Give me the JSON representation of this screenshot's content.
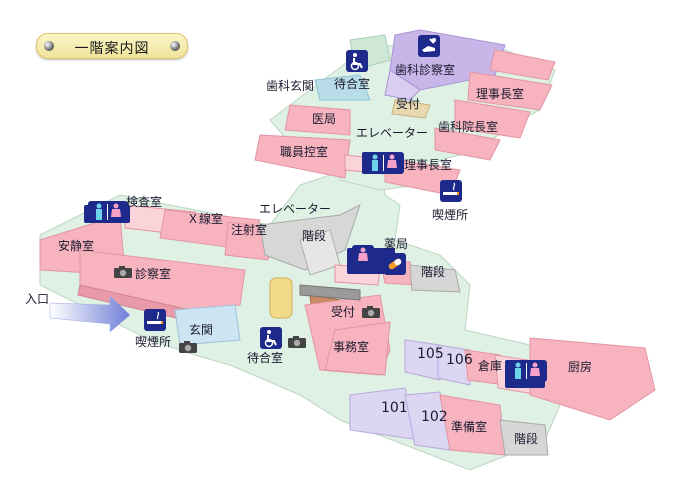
{
  "title": "一階案内図",
  "labels": {
    "dental_entrance": "歯科玄関",
    "waiting_dental": "待合室",
    "dental_exam": "歯科診察室",
    "director_top": "理事長室",
    "reception_top": "受付",
    "doctors_office": "医局",
    "elevator_top": "エレベーター",
    "dental_director": "歯科院長室",
    "staff_room": "職員控室",
    "director_mid": "理事長室",
    "smoking_top": "喫煙所",
    "exam_room": "検査室",
    "xray": "Ｘ線室",
    "elevator_mid": "エレベーター",
    "injection": "注射室",
    "stairs_mid": "階段",
    "pharmacy": "薬局",
    "rest_room": "安静室",
    "clinic": "診察室",
    "stairs_pharmacy": "階段",
    "entrance_arrow": "入口",
    "smoking_front": "喫煙所",
    "vestibule": "玄関",
    "reception_main": "受付",
    "waiting_main": "待合室",
    "office": "事務室",
    "r105": "105",
    "r106": "106",
    "storage": "倉庫",
    "kitchen": "厨房",
    "r101": "101",
    "r102": "102",
    "prep_room": "準備室",
    "stairs_bottom": "階段"
  },
  "colors": {
    "floor": "#dff0e4",
    "room_pink": "#f7b4bf",
    "room_pink_top": "#fbd4da",
    "room_purple": "#c8b6e8",
    "room_lavender": "#ddd6f3",
    "icon_navy": "#1d2a8c",
    "arrow_blue": "#7b88d8"
  },
  "icons": {
    "wheelchair": "wheelchair-icon",
    "dental_chair": "dental-chair-icon",
    "restroom": "restroom-icon",
    "smoking": "smoking-icon",
    "medicine": "medicine-icon",
    "camera": "camera-icon",
    "seat": "seat-icon"
  }
}
